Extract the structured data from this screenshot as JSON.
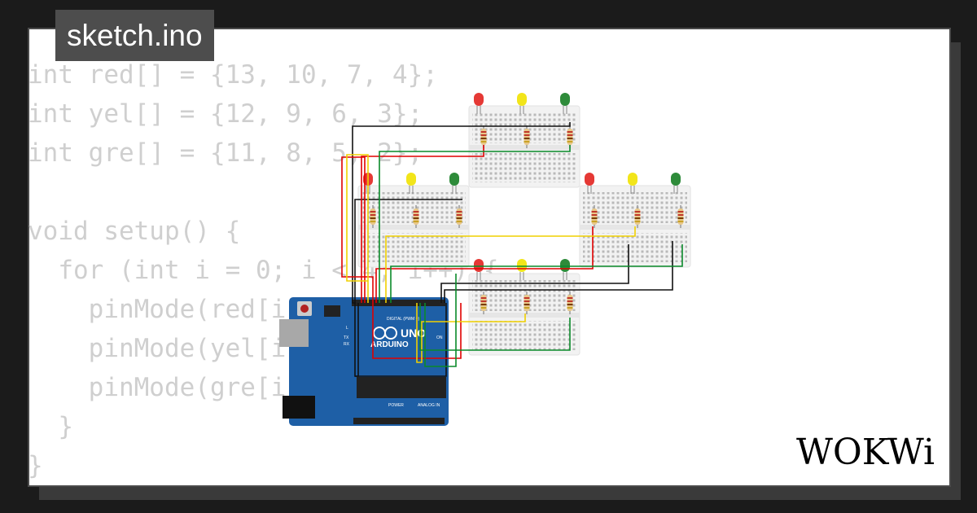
{
  "window": {
    "title": "sketch.ino"
  },
  "brand": {
    "name": "WOKWi"
  },
  "code_lines": [
    "int red[] = {13, 10, 7, 4};",
    "int yel[] = {12, 9, 6, 3};",
    "int gre[] = {11, 8, 5, 2};",
    "",
    "void setup() {",
    "  for (int i = 0; i < 4; i++) {",
    "    pinMode(red[i], OUTPUT);",
    "    pinMode(yel[i], OUTPUT);",
    "    pinMode(gre[i], OUTPUT);",
    "  }",
    "}"
  ],
  "board": {
    "logo": "ARDUINO",
    "model": "UNO",
    "digital_label": "DIGITAL (PWM ~)",
    "analog_label": "ANALOG IN",
    "power_label": "POWER",
    "on_label": "ON",
    "tx_label": "TX",
    "rx_label": "RX",
    "l_label": "L"
  },
  "colors": {
    "board": "#1e5fa6",
    "led_red": "#e53935",
    "led_yellow": "#f2e51a",
    "led_green": "#2e8b3a",
    "wire_black": "#111111",
    "wire_red": "#e00000",
    "wire_yellow": "#f0d000",
    "wire_green": "#0a8a2a",
    "code_text": "#cfcfcf"
  }
}
